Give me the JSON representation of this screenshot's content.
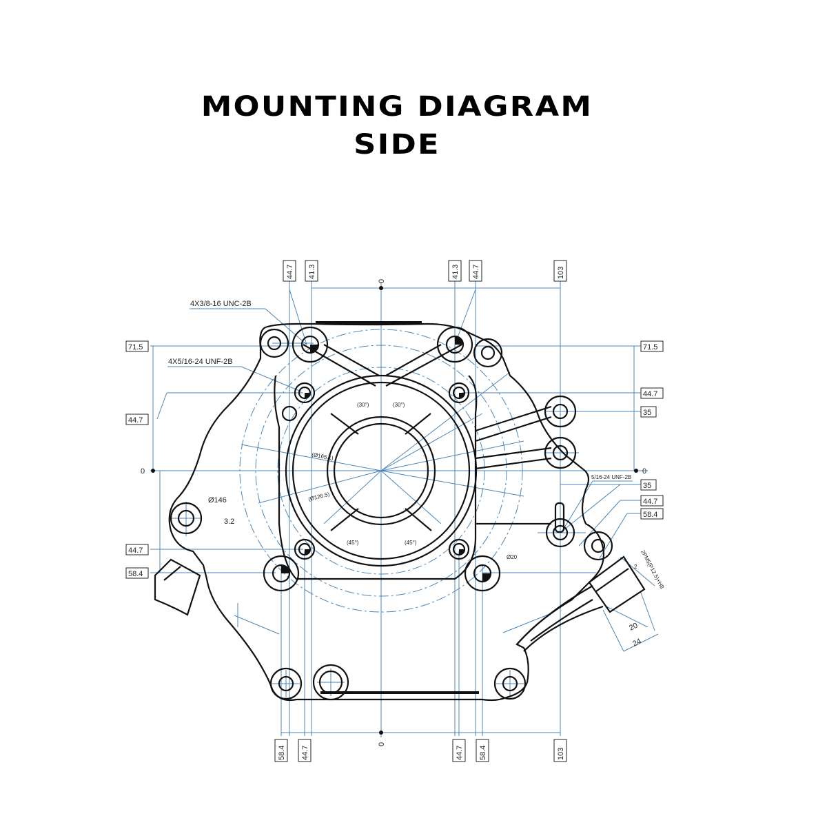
{
  "title": {
    "line1": "MOUNTING DIAGRAM",
    "line2": "SIDE"
  },
  "notes": {
    "thread_large": "4X3/8-16 UNC-2B",
    "thread_small": "4X5/16-24 UNF-2B",
    "thread_single": "5/16-24 UNF-2B",
    "bore_dia": "Ø146",
    "bore_sub": "3.2",
    "pcd_outer": "(Ø165.1)",
    "pcd_inner": "(Ø126.5)",
    "ang_30_left": "(30°)",
    "ang_30_right": "(30°)",
    "ang_45_left": "(45°)",
    "ang_45_right": "(45°)",
    "pin_dia": "Ø20",
    "shaft_note": "2PM5(P12.5)+H8",
    "shaft_2": "2",
    "dim_20": "20",
    "dim_24": "24"
  },
  "dims": {
    "top": [
      "44.7",
      "41.3",
      "0",
      "41.3",
      "44.7",
      "103"
    ],
    "bottom": [
      "58.4",
      "44.7",
      "0",
      "44.7",
      "58.4",
      "103"
    ],
    "left": [
      "71.5",
      "44.7",
      "0",
      "44.7",
      "58.4"
    ],
    "right": [
      "71.5",
      "44.7",
      "35",
      "0",
      "35",
      "44.7",
      "58.4"
    ]
  },
  "colors": {
    "line": "#111111",
    "dimension": "#4a86b8",
    "title": "#000000"
  }
}
